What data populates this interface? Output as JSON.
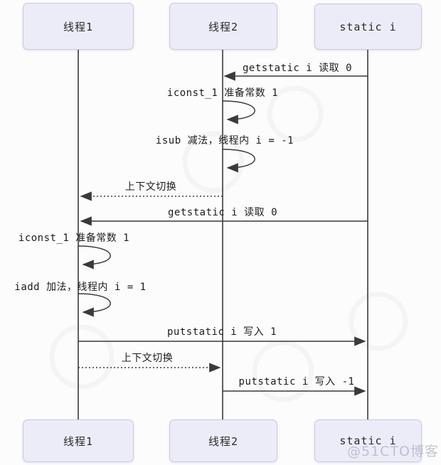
{
  "diagram": {
    "participants": [
      {
        "label": "线程1"
      },
      {
        "label": "线程2"
      },
      {
        "label": "static i"
      }
    ],
    "messages": [
      {
        "label": "getstatic i 读取 0"
      },
      {
        "label": "iconst_1 准备常数 1"
      },
      {
        "label": "isub 减法，线程内 i = -1"
      },
      {
        "label": "上下文切换"
      },
      {
        "label": "getstatic i 读取 0"
      },
      {
        "label": "iconst_1 准备常数 1"
      },
      {
        "label": "iadd 加法，线程内 i = 1"
      },
      {
        "label": "putstatic i 写入 1"
      },
      {
        "label": "上下文切换"
      },
      {
        "label": "putstatic i 写入 -1"
      }
    ],
    "watermark": "@51CTO博客",
    "colors": {
      "box_fill": "#ececf9",
      "box_border": "#c9c9e3",
      "line": "#3a3a3a",
      "text": "#1c1c1c",
      "watermark": "#9a9dac"
    }
  }
}
